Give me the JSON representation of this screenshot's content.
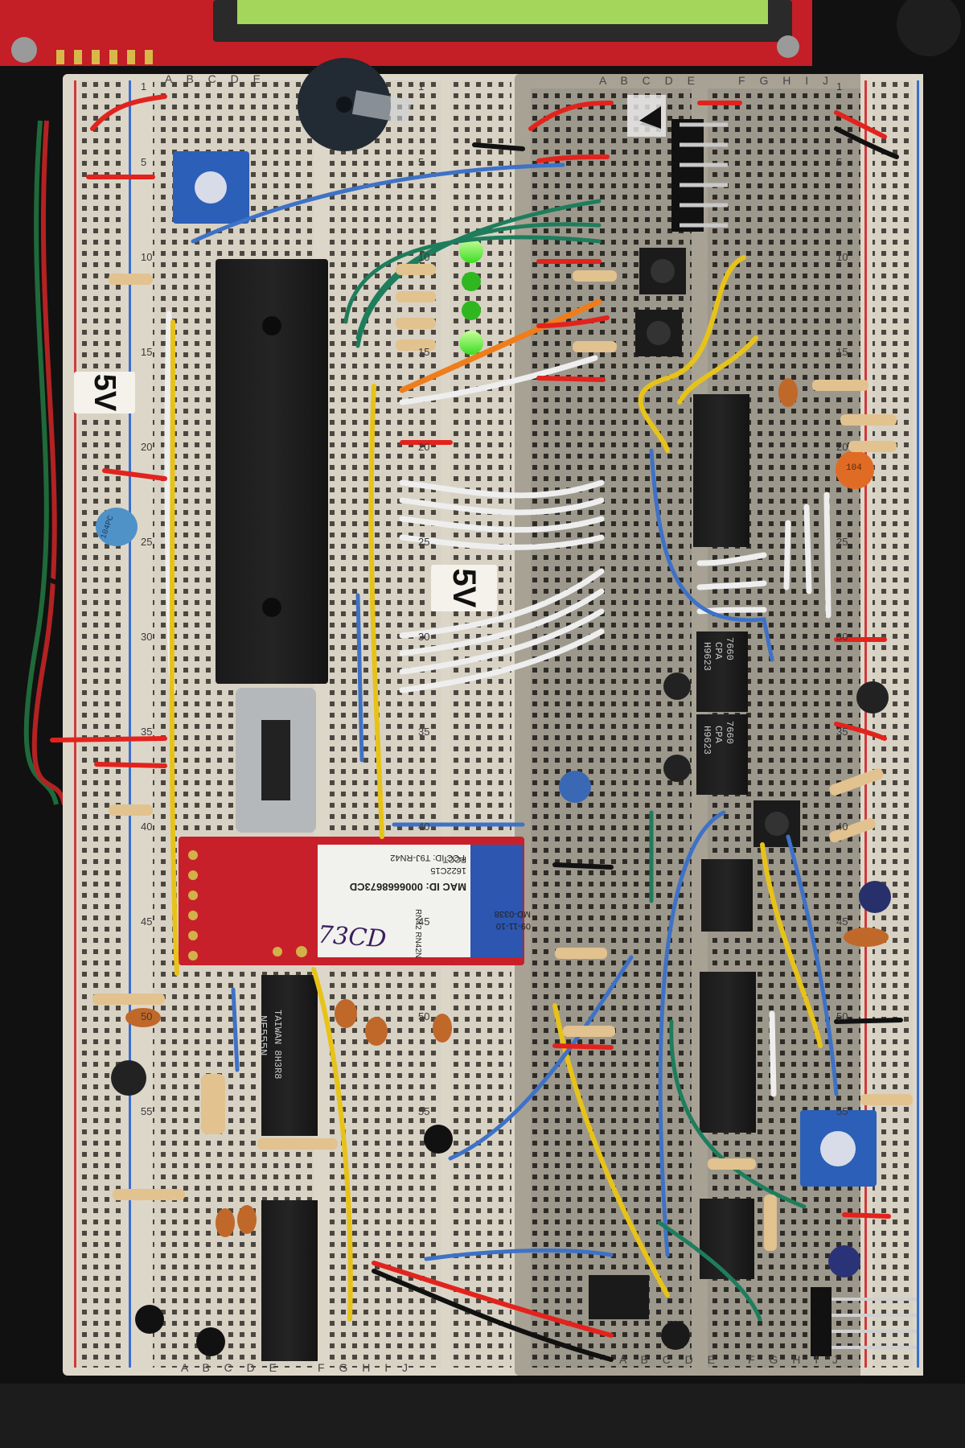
{
  "labels": {
    "supply_left": "5V",
    "supply_center": "5V"
  },
  "breadboard": {
    "column_letters_top_left": "A B C D E",
    "column_letters_top_right": "A B C D E",
    "column_letters_top_right2": "F G H I J",
    "column_letters_bottom_left": "A B C D E",
    "column_letters_bottom_mid": "F G H I J",
    "column_letters_bottom_right": "A B C D E",
    "column_letters_bottom_right2": "F G H I J",
    "row_numbers": [
      "1",
      "5",
      "10",
      "15",
      "20",
      "25",
      "30",
      "35",
      "40",
      "45",
      "50",
      "55"
    ]
  },
  "components": {
    "ic_timer_line1": "TAIWAN 8H3R8",
    "ic_timer_line2": "NE555N",
    "ic_7660_top_line1": "7660",
    "ic_7660_top_line2": "CPA",
    "ic_7660_top_line3": "H9623",
    "ic_7660_bottom_line1": "7660",
    "ic_7660_bottom_line2": "CPA",
    "ic_7660_bottom_line3": "H9623",
    "cap_ceramic": "104",
    "cap_blue": "104PC"
  },
  "bluetooth_module": {
    "line1": "FCC ID: T9J-RN42",
    "line2": "MAC ID: 0006668673CD",
    "line3": "FCCT",
    "line4": "1622C15",
    "line5": "RN42 RN42N",
    "line6": "MD-0338",
    "line7": "09-11-10",
    "handwritten": "73CD"
  },
  "colors": {
    "breadboard": "#d9d4c8",
    "board_red": "#c8202a",
    "lcd_green": "#9bd25a",
    "wire_yellow": "#e6c418",
    "wire_white": "#f2f2f2",
    "wire_red": "#e8231f",
    "wire_green": "#1f7a5a",
    "wire_blue": "#3f72c9",
    "led_green": "#66ff33"
  }
}
